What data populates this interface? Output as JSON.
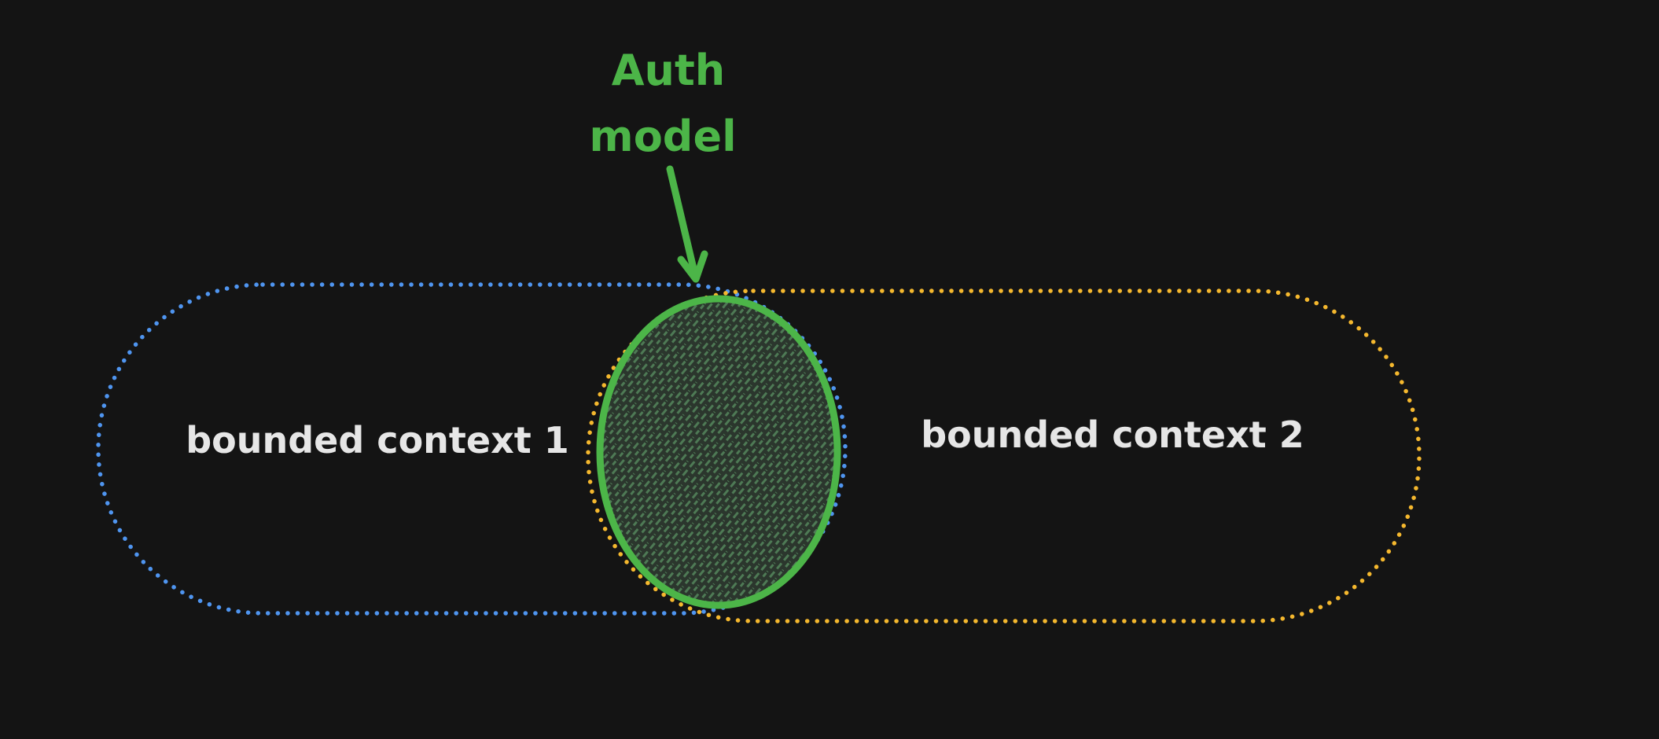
{
  "diagram": {
    "background": "#141414",
    "contexts": [
      {
        "label": "bounded context 1",
        "color": "#4f95f0"
      },
      {
        "label": "bounded context 2",
        "color": "#f5b82e"
      }
    ],
    "shared_model": {
      "title_line1": "Auth",
      "title_line2": "model",
      "color": "#4cb548",
      "fill": "#2d3b2f"
    },
    "text_color": "#e6e6e6"
  }
}
